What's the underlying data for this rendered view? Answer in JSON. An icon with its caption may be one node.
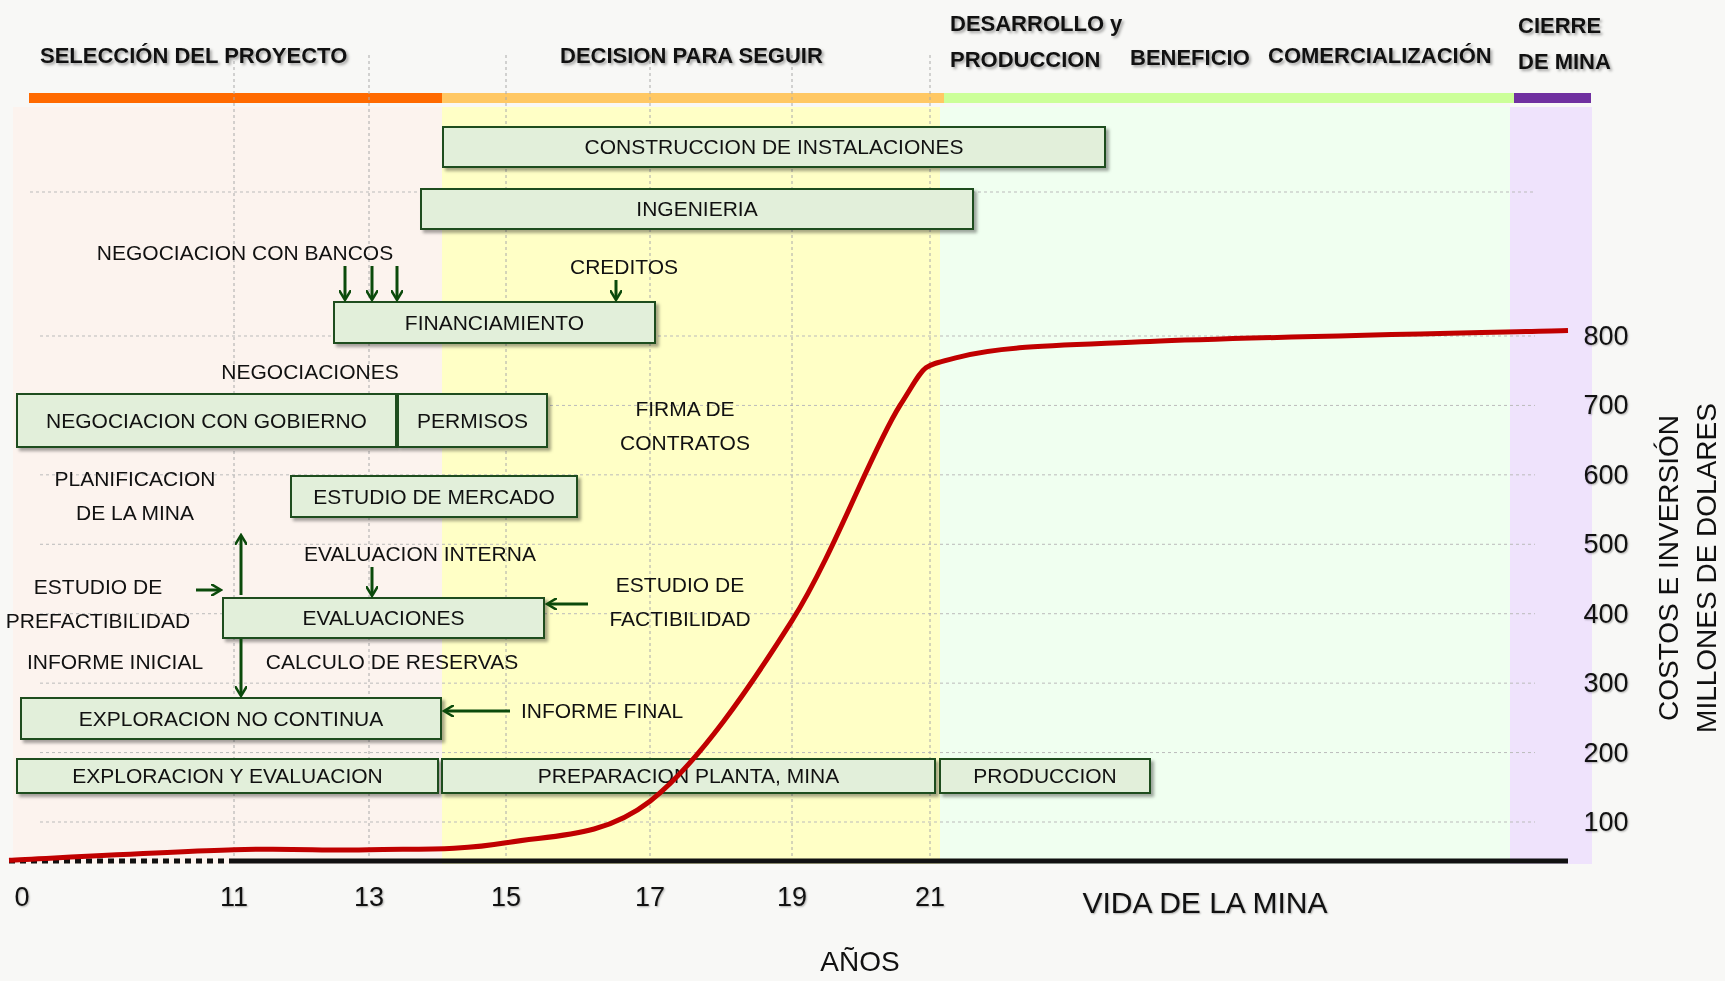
{
  "diagram": {
    "nodes": [
      {
        "text": [
          "CONSTRUCCION DE INSTALACIONES"
        ]
      },
      {
        "text": [
          "INGENIERIA"
        ]
      },
      {
        "text": [
          "NEGOCIACION CON BANCOS"
        ]
      },
      {
        "text": [
          "CREDITOS"
        ]
      },
      {
        "text": [
          "FINANCIAMIENTO"
        ]
      },
      {
        "text": [
          "NEGOCIACION CON GOBIERNO"
        ]
      },
      {
        "text": [
          "PERMISOS"
        ]
      },
      {
        "text": [
          "PLANIFICACION DE LA MINA"
        ]
      },
      {
        "text": [
          "ESTUDIO DE MERCADO"
        ]
      },
      {
        "text": [
          "EVALUACION INTERNA"
        ]
      },
      {
        "text": [
          "ESTUDIO DE PREFACTIBILIDAD"
        ]
      },
      {
        "text": [
          "EVALUACIONES"
        ]
      },
      {
        "text": [
          "ESTUDIO DE FACTIBILIDAD"
        ]
      },
      {
        "text": [
          "EXPLORACION NO CONTINUA"
        ]
      },
      {
        "text": [
          "INFORME FINAL"
        ]
      },
      {
        "text": [
          "EXPLORACION Y EVALUACION"
        ]
      },
      {
        "text": [
          "PREPARACION PLANTA, MINA"
        ]
      },
      {
        "text": [
          "PRODUCCION"
        ]
      }
    ],
    "edges": [
      {
        "from": 2,
        "to": 4,
        "arrow": "to"
      },
      {
        "from": 2,
        "to": 4,
        "arrow": "to"
      },
      {
        "from": 2,
        "to": 4,
        "arrow": "to"
      },
      {
        "from": 3,
        "to": 4,
        "arrow": "to"
      },
      {
        "from": 9,
        "to": 11,
        "arrow": "to"
      },
      {
        "from": 10,
        "to": 11,
        "arrow": "to"
      },
      {
        "from": 11,
        "to": 7,
        "arrow": "to"
      },
      {
        "from": 11,
        "to": 13,
        "arrow": "to"
      },
      {
        "from": 12,
        "to": 11,
        "arrow": "to"
      },
      {
        "from": 14,
        "to": 13,
        "arrow": "to"
      }
    ],
    "labels": [
      "SELECCIÓN DEL PROYECTO",
      "DECISION PARA SEGUIR",
      "DESARROLLO y PRODUCCION",
      "BENEFICIO",
      "COMERCIALIZACIÓN",
      "CIERRE DE MINA",
      "NEGOCIACIONES",
      "FIRMA DE CONTRATOS",
      "INFORME INICIAL",
      "CALCULO DE RESERVAS",
      "800",
      "700",
      "600",
      "500",
      "400",
      "300",
      "200",
      "100",
      "COSTOS E INVERSIÓN MILLONES DE DOLARES",
      "0",
      "11",
      "13",
      "15",
      "17",
      "19",
      "21",
      "VIDA DE LA MINA",
      "AÑOS"
    ]
  }
}
